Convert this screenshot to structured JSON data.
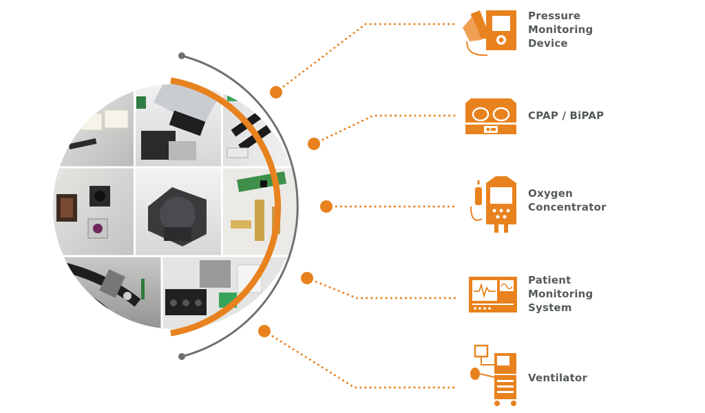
{
  "colors": {
    "accent": "#e8821e",
    "arc": "#6d6f71",
    "text": "#555a5c"
  },
  "center_image": {
    "description_icon": "electronic-components-photo-collage",
    "tiles": [
      "connector-housings",
      "ribbon-cable-connector",
      "board-connectors",
      "tactile-switches",
      "coin-cell-battery-holder",
      "pcb-assemblies",
      "shielded-cables",
      "terminal-blocks"
    ]
  },
  "devices": [
    {
      "id": "pressure-monitoring-device",
      "icon": "pressure-monitor-icon",
      "lines": [
        "Pressure",
        "Monitoring",
        "Device"
      ]
    },
    {
      "id": "cpap-bipap",
      "icon": "cpap-machine-icon",
      "lines": [
        "CPAP / BiPAP"
      ]
    },
    {
      "id": "oxygen-concentrator",
      "icon": "oxygen-concentrator-icon",
      "lines": [
        "Oxygen",
        "Concentrator"
      ]
    },
    {
      "id": "patient-monitoring-system",
      "icon": "patient-monitor-icon",
      "lines": [
        "Patient",
        "Monitoring",
        "System"
      ]
    },
    {
      "id": "ventilator",
      "icon": "ventilator-icon",
      "lines": [
        "Ventilator"
      ]
    }
  ]
}
